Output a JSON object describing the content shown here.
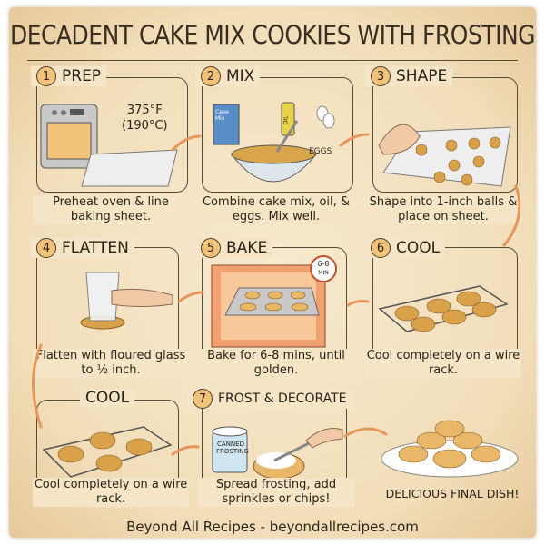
{
  "title": "DECADENT CAKE MIX COOKIES WITH FROSTING",
  "steps": [
    {
      "number": "1",
      "label": "PREP",
      "caption": "Preheat oven & line baking sheet.",
      "note": "375°F",
      "note2": "(190°C)"
    },
    {
      "number": "2",
      "label": "MIX",
      "caption": "Combine cake mix, oil, & eggs. Mix well.",
      "oil_label": "OIL",
      "eggs_label": "EGGS",
      "box_label": "Cake Mix"
    },
    {
      "number": "3",
      "label": "SHAPE",
      "caption": "Shape into 1-inch balls & place on sheet."
    },
    {
      "number": "4",
      "label": "FLATTEN",
      "caption": "Flatten with floured glass to ½ inch."
    },
    {
      "number": "5",
      "label": "BAKE",
      "caption": "Bake for 6-8 mins, until golden.",
      "timer": "6-8",
      "timer_unit": "MIN"
    },
    {
      "number": "6",
      "label": "COOL",
      "caption": "Cool completely on a wire rack."
    },
    {
      "number": "",
      "label": "COOL",
      "caption": "Cool completely on a wire rack."
    },
    {
      "number": "7",
      "label": "FROST & DECORATE",
      "caption": "Spread frosting, add sprinkles or chips!",
      "can_label": "CANNED FROSTING"
    }
  ],
  "final": "DELICIOUS FINAL DISH!",
  "footer": "Beyond All Recipes - beyondallrecipes.com",
  "colors": {
    "paper": "#f1ddb8",
    "badge": "#f3c27a",
    "arrow": "#e8955a",
    "ink": "#3a2e22"
  }
}
